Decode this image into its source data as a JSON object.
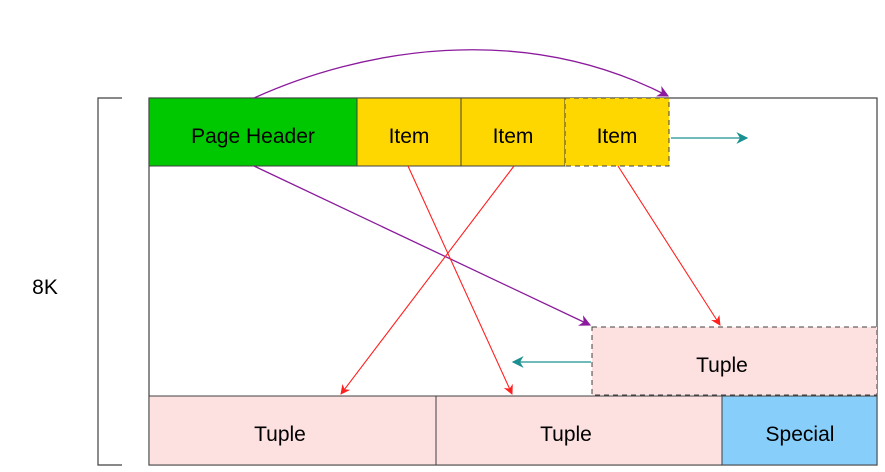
{
  "labels": {
    "page_size": "8K"
  },
  "cells": {
    "page_header": "Page Header",
    "item_1": "Item",
    "item_2": "Item",
    "item_3": "Item",
    "tuple_new": "Tuple",
    "tuple_1": "Tuple",
    "tuple_2": "Tuple",
    "special": "Special"
  },
  "colors": {
    "page_header": "#00c800",
    "item": "#ffd700",
    "tuple": "#fde0e0",
    "special": "#87cefa",
    "pointer_arrow": "#ff2020",
    "header_arrow": "#8b1a9c",
    "growth_arrow": "#1a9090",
    "outline": "#404040"
  }
}
